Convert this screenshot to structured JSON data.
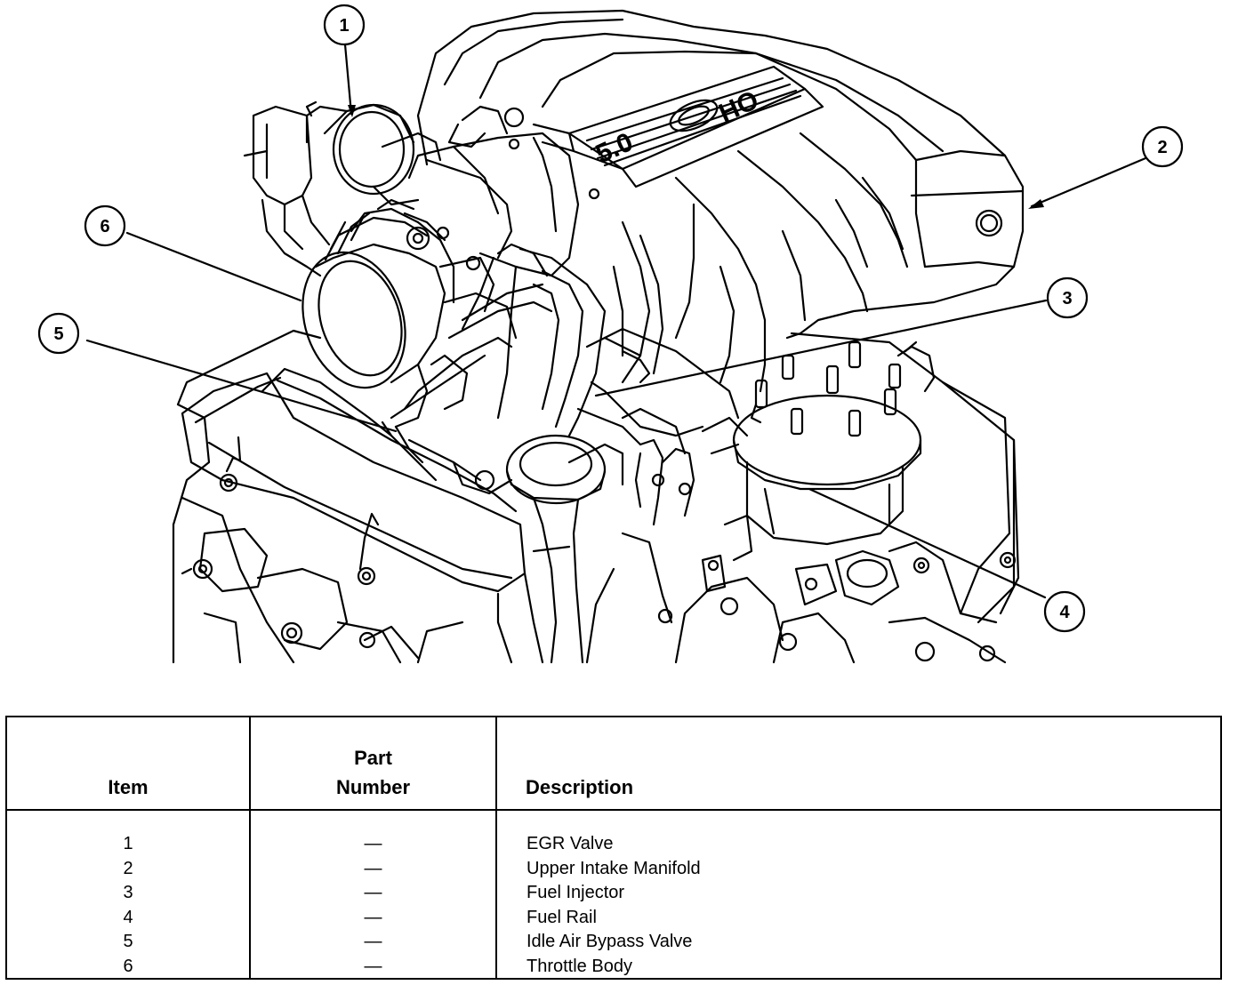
{
  "callouts": [
    {
      "number": "1",
      "target": "EGR Valve"
    },
    {
      "number": "2",
      "target": "Upper Intake Manifold"
    },
    {
      "number": "3",
      "target": "Fuel Injector"
    },
    {
      "number": "4",
      "target": "Fuel Rail"
    },
    {
      "number": "5",
      "target": "Idle Air Bypass Valve"
    },
    {
      "number": "6",
      "target": "Throttle Body"
    }
  ],
  "engine_badge": {
    "left": "5.0",
    "right": "HO"
  },
  "table": {
    "headers": {
      "item": "Item",
      "part_line1": "Part",
      "part_line2": "Number",
      "description": "Description"
    },
    "rows": [
      {
        "item": "1",
        "part_number": "—",
        "description": "EGR Valve"
      },
      {
        "item": "2",
        "part_number": "—",
        "description": "Upper Intake Manifold"
      },
      {
        "item": "3",
        "part_number": "—",
        "description": "Fuel Injector"
      },
      {
        "item": "4",
        "part_number": "—",
        "description": "Fuel Rail"
      },
      {
        "item": "5",
        "part_number": "—",
        "description": "Idle Air Bypass Valve"
      },
      {
        "item": "6",
        "part_number": "—",
        "description": "Throttle Body"
      }
    ]
  }
}
